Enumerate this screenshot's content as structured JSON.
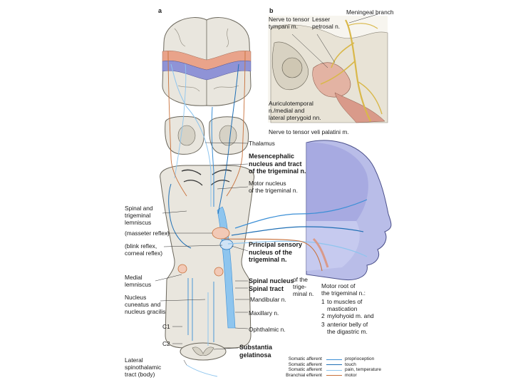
{
  "panels": {
    "a": "a",
    "b": "b"
  },
  "labels_b": {
    "meningeal_branch": "Meningeal branch",
    "nerve_tensor_tympani": "Nerve to tensor\ntympani m.",
    "lesser_petrosal": "Lesser\npetrosal n.",
    "auriculotemporal": "Auriculotemporal\nn./medial and\nlateral pterygoid nn.",
    "nerve_tensor_veli": "Nerve to tensor veli palatini m."
  },
  "labels_a": {
    "thalamus": "Thalamus",
    "mesencephalic": "Mesencephalic\nnucleus and tract\nof the trigeminal n.",
    "motor_nucleus": "Motor nucleus\nof the trigeminal n.",
    "spinal_trigeminal_lemniscus": "Spinal and\ntrigeminal\nlemniscus",
    "masseter_reflex": "(masseter reflex)",
    "blink_reflex": "(blink reflex,\ncorneal reflex)",
    "principal_sensory": "Principal sensory\nnucleus of the\ntrigeminal n.",
    "medial_lemniscus": "Medial\nlemniscus",
    "spinal_nucleus": "Spinal nucleus",
    "spinal_tract": "Spinal tract",
    "of_the_trigeminal": "of the\ntrige-\nminal n.",
    "nucleus_cuneatus": "Nucleus\ncuneatus and\nnucleus gracilis",
    "mandibular": "Mandibular n.",
    "maxillary": "Maxillary n.",
    "ophthalmic": "Ophthalmic n.",
    "c1": "C1",
    "c2": "C2",
    "substantia": "Substantia\ngelatinosa",
    "lateral_spinothalamic": "Lateral\nspinothalamic\ntract (body)",
    "motor_root": "Motor root of\nthe trigeminal n.:",
    "motor_root_items": [
      {
        "num": "1",
        "text": "to muscles of\nmastication"
      },
      {
        "num": "2",
        "text": "mylohyoid m. and"
      },
      {
        "num": "3",
        "text": "anterior belly of\nthe digastric m."
      }
    ]
  },
  "legend": [
    {
      "kind": "Somatic afferent",
      "name": "proprioception",
      "color": "#3b8fd6"
    },
    {
      "kind": "Somatic afferent",
      "name": "touch",
      "color": "#1f6fb5"
    },
    {
      "kind": "Somatic afferent",
      "name": "pain, temperature",
      "color": "#8ec5ee"
    },
    {
      "kind": "Branchial efferent",
      "name": "motor",
      "color": "#c8703a"
    }
  ],
  "colors": {
    "brain": "#e9e6de",
    "cortex_pink": "#e9a38a",
    "cortex_blue": "#8f93d6",
    "face": "#b9bde8",
    "nerve_yellow": "#d9b84a",
    "muscle": "#d99a8a"
  }
}
